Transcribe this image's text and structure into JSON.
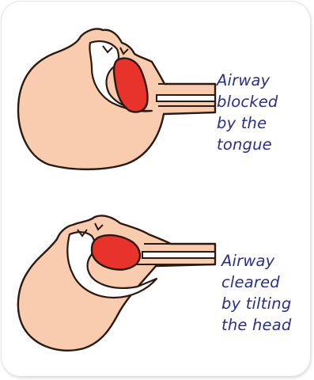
{
  "colors": {
    "skin": "#f9ccb0",
    "tongue": "#e8322c",
    "outline": "#2a1a12",
    "caption": "#2a2f8c"
  },
  "top_panel": {
    "caption_lines": [
      "Airway",
      "blocked",
      "by the",
      "tongue"
    ]
  },
  "bottom_panel": {
    "caption_lines": [
      "Airway",
      "cleared",
      "by tilting",
      "the head"
    ]
  }
}
